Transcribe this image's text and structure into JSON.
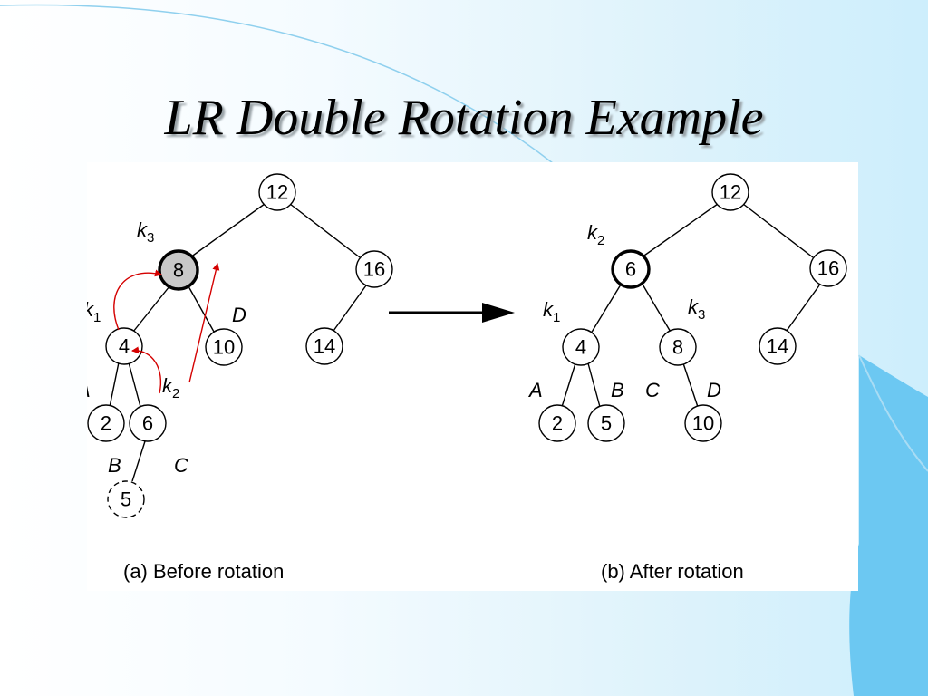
{
  "slide": {
    "title": "LR Double Rotation Example"
  },
  "figure": {
    "caption_before": "(a) Before rotation",
    "caption_after": "(b) After rotation",
    "before": {
      "nodes": [
        {
          "id": "b12",
          "label": "12"
        },
        {
          "id": "b8",
          "label": "8"
        },
        {
          "id": "b16",
          "label": "16"
        },
        {
          "id": "b4",
          "label": "4"
        },
        {
          "id": "b10",
          "label": "10"
        },
        {
          "id": "b14",
          "label": "14"
        },
        {
          "id": "b2",
          "label": "2"
        },
        {
          "id": "b6",
          "label": "6"
        },
        {
          "id": "b5",
          "label": "5"
        }
      ],
      "labels": {
        "k3": {
          "letter": "k",
          "sub": "3"
        },
        "k1": {
          "letter": "k",
          "sub": "1"
        },
        "k2": {
          "letter": "k",
          "sub": "2"
        },
        "A": "A",
        "B": "B",
        "C": "C",
        "D": "D"
      }
    },
    "after": {
      "nodes": [
        {
          "id": "a12",
          "label": "12"
        },
        {
          "id": "a6",
          "label": "6"
        },
        {
          "id": "a16",
          "label": "16"
        },
        {
          "id": "a4",
          "label": "4"
        },
        {
          "id": "a8",
          "label": "8"
        },
        {
          "id": "a14",
          "label": "14"
        },
        {
          "id": "a2",
          "label": "2"
        },
        {
          "id": "a5",
          "label": "5"
        },
        {
          "id": "a10",
          "label": "10"
        }
      ],
      "labels": {
        "k2": {
          "letter": "k",
          "sub": "2"
        },
        "k1": {
          "letter": "k",
          "sub": "1"
        },
        "k3": {
          "letter": "k",
          "sub": "3"
        },
        "A": "A",
        "B": "B",
        "C": "C",
        "D": "D"
      }
    },
    "colors": {
      "highlight_fill": "#c8c8c8",
      "rotation_arrow": "#d40000",
      "transition_arrow": "#000000"
    }
  }
}
